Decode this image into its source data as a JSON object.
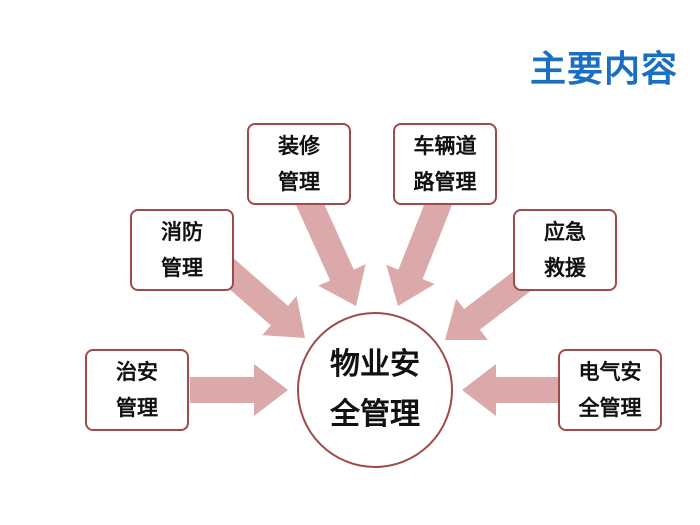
{
  "title": "主要内容",
  "center": {
    "line1": "物业安",
    "line2": "全管理"
  },
  "nodes": [
    {
      "line1": "装修",
      "line2": "管理"
    },
    {
      "line1": "车辆道",
      "line2": "路管理"
    },
    {
      "line1": "消防",
      "line2": "管理"
    },
    {
      "line1": "应急",
      "line2": "救援"
    },
    {
      "line1": "治安",
      "line2": "管理"
    },
    {
      "line1": "电气安",
      "line2": "全管理"
    }
  ],
  "colors": {
    "title": "#1a6fc0",
    "arrow": "#dba9a9",
    "border": "#a04a4a"
  }
}
